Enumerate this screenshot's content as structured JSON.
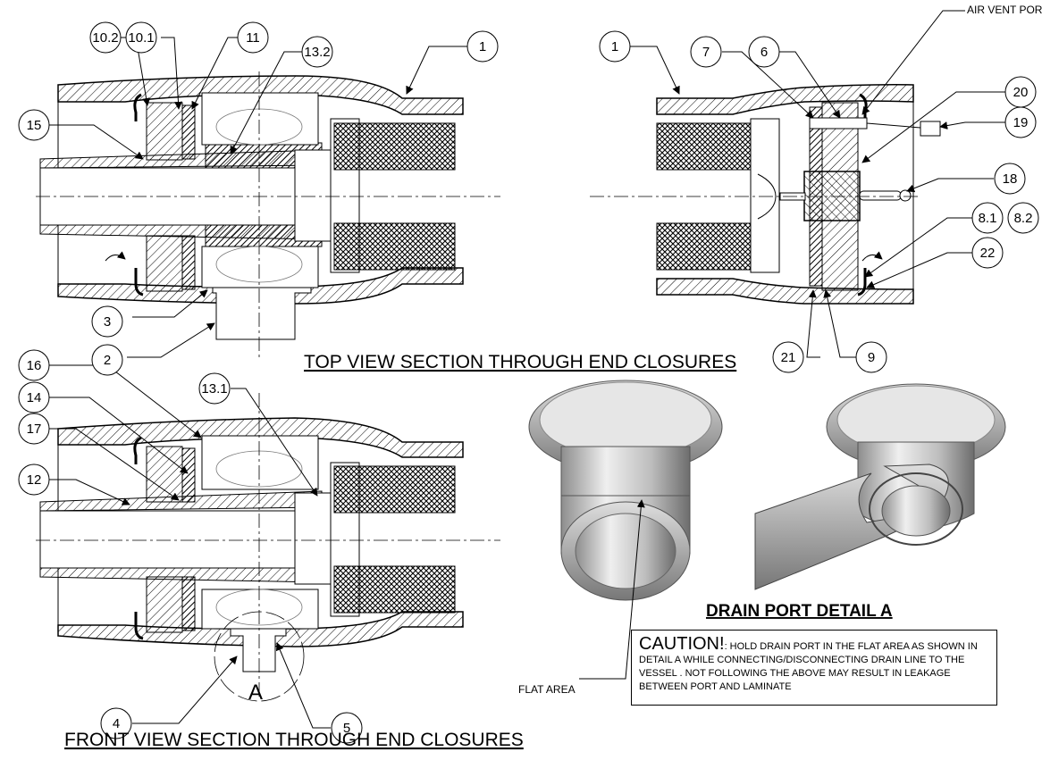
{
  "captions": {
    "top_view": "TOP VIEW SECTION THROUGH END CLOSURES",
    "front_view": "FRONT VIEW SECTION THROUGH END CLOSURES",
    "detail": "DRAIN PORT DETAIL A",
    "air_vent": "AIR VENT PORT",
    "flat_area": "FLAT AREA",
    "view_marker": "A"
  },
  "balloons": {
    "b1a": "1",
    "b1b": "1",
    "b2": "2",
    "b3": "3",
    "b4": "4",
    "b5": "5",
    "b6": "6",
    "b7": "7",
    "b81": "8.1",
    "b82": "8.2",
    "b9": "9",
    "b101": "10.1",
    "b102": "10.2",
    "b11": "11",
    "b12": "12",
    "b131": "13.1",
    "b132": "13.2",
    "b14": "14",
    "b15": "15",
    "b16": "16",
    "b17": "17",
    "b18": "18",
    "b19": "19",
    "b20": "20",
    "b21": "21",
    "b22": "22"
  },
  "caution": {
    "heading": "CAUTION!",
    "text": ": HOLD DRAIN PORT IN THE FLAT AREA AS SHOWN IN DETAIL A WHILE CONNECTING/DISCONNECTING DRAIN LINE TO THE VESSEL . NOT FOLLOWING THE ABOVE MAY RESULT IN LEAKAGE  BETWEEN PORT AND LAMINATE"
  }
}
